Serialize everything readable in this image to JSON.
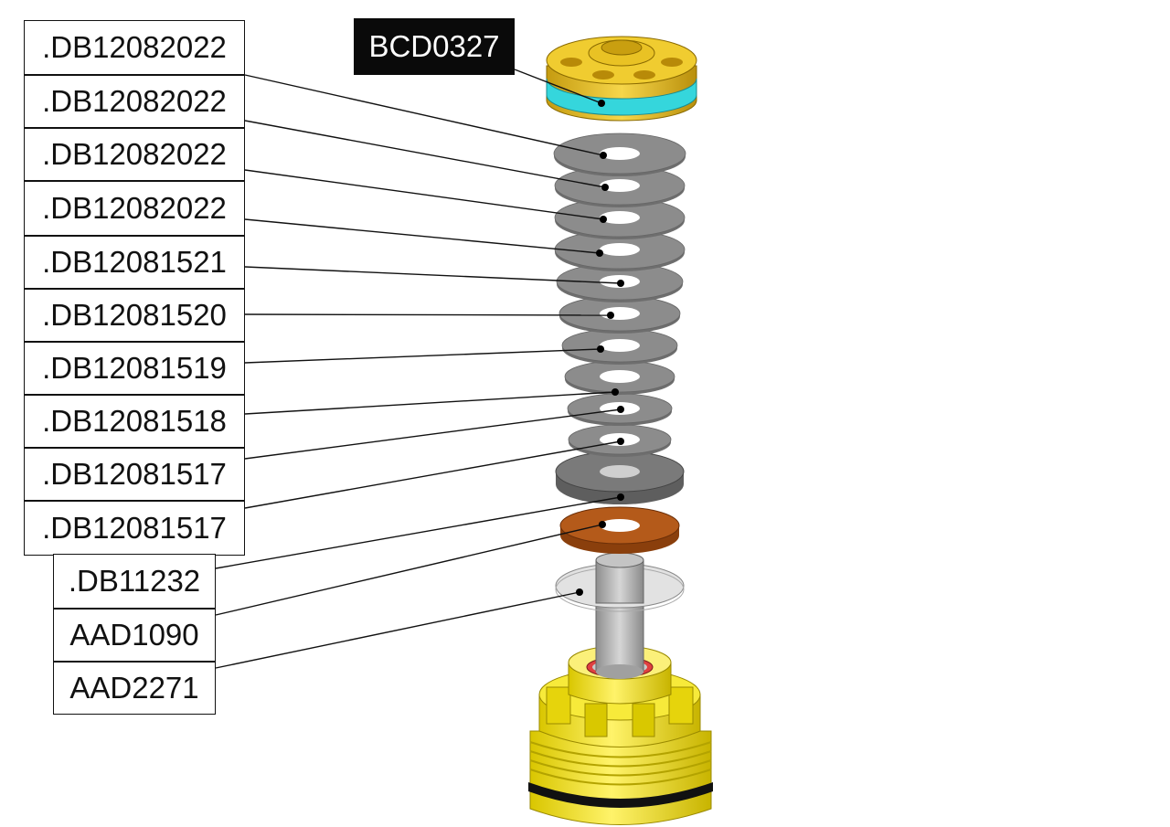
{
  "diagram": {
    "highlight_label": "BCD0327",
    "labels": [
      ".DB12082022",
      ".DB12082022",
      ".DB12082022",
      ".DB12082022",
      ".DB12081521",
      ".DB12081520",
      ".DB12081519",
      ".DB12081518",
      ".DB12081517",
      ".DB12081517",
      ".DB11232",
      "AAD1090",
      "AAD2271"
    ]
  },
  "colors": {
    "shim": "#8c8c8c",
    "shim_dark": "#6e6e6e",
    "piston_gold": "#e8c21a",
    "piston_band": "#35d6dc",
    "copper": "#b45a1a",
    "washer_light": "#e2e2e2",
    "rod": "#b9b9b9",
    "body_yellow": "#f2e21c",
    "oring": "#111111"
  }
}
